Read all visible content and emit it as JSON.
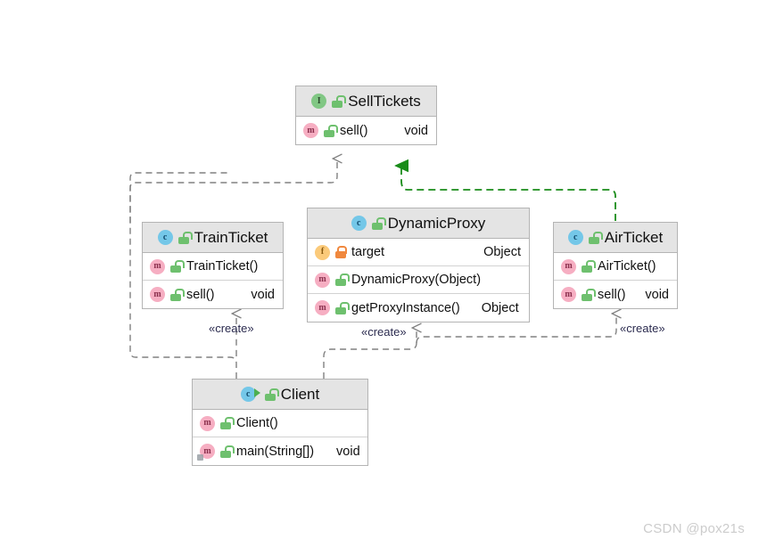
{
  "diagram": {
    "type": "uml-class-diagram",
    "background": "#ffffff",
    "colors": {
      "header_fill": "#e4e4e4",
      "box_border": "#b4b4b4",
      "edge_gray": "#808080",
      "edge_green": "#1a8c1a",
      "interface_icon": "#81c784",
      "class_icon": "#74c7e8",
      "method_icon": "#f6aec2",
      "field_icon": "#fbca7a",
      "lock_public": "#6ec06e",
      "lock_private": "#f0883e",
      "watermark": "#cccccc"
    },
    "classes": [
      {
        "id": "sell-tickets",
        "name": "SellTickets",
        "stereotype": "interface",
        "icon": "interface-icon",
        "visibility_icon": "unlock-icon",
        "members": [
          {
            "icon": "method-icon",
            "visibility_icon": "unlock-icon",
            "name": "sell()",
            "type": "void",
            "static": false
          }
        ]
      },
      {
        "id": "train-ticket",
        "name": "TrainTicket",
        "stereotype": "class",
        "icon": "class-icon",
        "visibility_icon": "unlock-icon",
        "members": [
          {
            "icon": "method-icon",
            "visibility_icon": "unlock-icon",
            "name": "TrainTicket()",
            "type": "",
            "static": false
          },
          {
            "icon": "method-icon",
            "visibility_icon": "unlock-icon",
            "name": "sell()",
            "type": "void",
            "static": false
          }
        ]
      },
      {
        "id": "dynamic-proxy",
        "name": "DynamicProxy",
        "stereotype": "class",
        "icon": "class-icon",
        "visibility_icon": "unlock-icon",
        "members": [
          {
            "icon": "field-icon",
            "visibility_icon": "lock-icon",
            "name": "target",
            "type": "Object",
            "static": false
          },
          {
            "icon": "method-icon",
            "visibility_icon": "unlock-icon",
            "name": "DynamicProxy(Object)",
            "type": "",
            "static": false
          },
          {
            "icon": "method-icon",
            "visibility_icon": "unlock-icon",
            "name": "getProxyInstance()",
            "type": "Object",
            "static": false
          }
        ]
      },
      {
        "id": "air-ticket",
        "name": "AirTicket",
        "stereotype": "class",
        "icon": "class-icon",
        "visibility_icon": "unlock-icon",
        "members": [
          {
            "icon": "method-icon",
            "visibility_icon": "unlock-icon",
            "name": "AirTicket()",
            "type": "",
            "static": false
          },
          {
            "icon": "method-icon",
            "visibility_icon": "unlock-icon",
            "name": "sell()",
            "type": "void",
            "static": false
          }
        ]
      },
      {
        "id": "client",
        "name": "Client",
        "stereotype": "class-runnable",
        "icon": "class-run-icon",
        "visibility_icon": "unlock-icon",
        "members": [
          {
            "icon": "method-icon",
            "visibility_icon": "unlock-icon",
            "name": "Client()",
            "type": "",
            "static": false
          },
          {
            "icon": "method-icon",
            "visibility_icon": "unlock-icon",
            "name": "main(String[])",
            "type": "void",
            "static": true
          }
        ]
      }
    ],
    "edges": [
      {
        "id": "train-realizes-sell",
        "from": "TrainTicket",
        "to": "SellTickets",
        "kind": "realization",
        "style": "dashed",
        "arrow": "hollow-triangle",
        "color": "gray",
        "label": ""
      },
      {
        "id": "air-realizes-sell",
        "from": "AirTicket",
        "to": "SellTickets",
        "kind": "realization",
        "style": "dashed",
        "arrow": "solid-triangle",
        "color": "green",
        "label": ""
      },
      {
        "id": "client-creates-train",
        "from": "Client",
        "to": "TrainTicket",
        "kind": "dependency",
        "style": "dashed",
        "arrow": "open",
        "color": "gray",
        "label": "«create»"
      },
      {
        "id": "client-creates-proxy",
        "from": "Client",
        "to": "DynamicProxy",
        "kind": "dependency",
        "style": "dashed",
        "arrow": "open",
        "color": "gray",
        "label": "«create»"
      },
      {
        "id": "client-creates-air",
        "from": "Client",
        "to": "AirTicket",
        "kind": "dependency",
        "style": "dashed",
        "arrow": "open",
        "color": "gray",
        "label": "«create»"
      }
    ],
    "edge_labels": [
      {
        "id": "label-create-train",
        "text": "«create»"
      },
      {
        "id": "label-create-proxy",
        "text": "«create»"
      },
      {
        "id": "label-create-air",
        "text": "«create»"
      }
    ]
  },
  "watermark": {
    "text": "CSDN @pox21s"
  }
}
